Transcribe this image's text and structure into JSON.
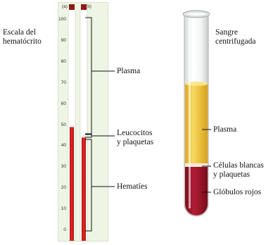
{
  "left_diagram": {
    "scale_title": "Escala del\nhematócrito",
    "tube_a_label": "(a)",
    "tube_b_label": "(b)",
    "scale_ticks": [
      "100",
      "90",
      "80",
      "70",
      "60",
      "50",
      "40",
      "30",
      "20",
      "10",
      "0"
    ],
    "plasma_label": "Plasma",
    "leucocitos_label": "Leucocitos\ny plaquetas",
    "hematies_label": "Hematíes",
    "tube_a_red_level_percent": 49,
    "tube_b_red_level_percent": 44,
    "buffy_coat_top_percent": 45
  },
  "right_diagram": {
    "title": "Sangre\ncentrifugada",
    "plasma_label": "Plasma",
    "white_cells_label": "Células blancas\ny plaquetas",
    "red_cells_label": "Glóbulos rojos",
    "colors": {
      "plasma": "#f0c53a",
      "red_cells": "#a3172c",
      "tube_red": "#d81e1e"
    }
  }
}
